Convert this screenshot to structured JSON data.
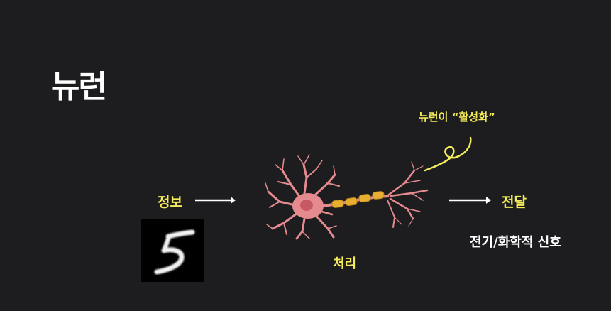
{
  "slide": {
    "title": "뉴런"
  },
  "diagram": {
    "input_label": "정보",
    "process_label": "처리",
    "output_label": "전달",
    "activation_note": "뉴런이 “활성화”",
    "signal_note": "전기/화학적 신호",
    "digit_image": "mnist-digit-5",
    "arrow_color": "#ffffff",
    "note_color": "#f4ec5a",
    "neuron_color": "#e58b8f",
    "myelin_color": "#e7ae2f"
  }
}
